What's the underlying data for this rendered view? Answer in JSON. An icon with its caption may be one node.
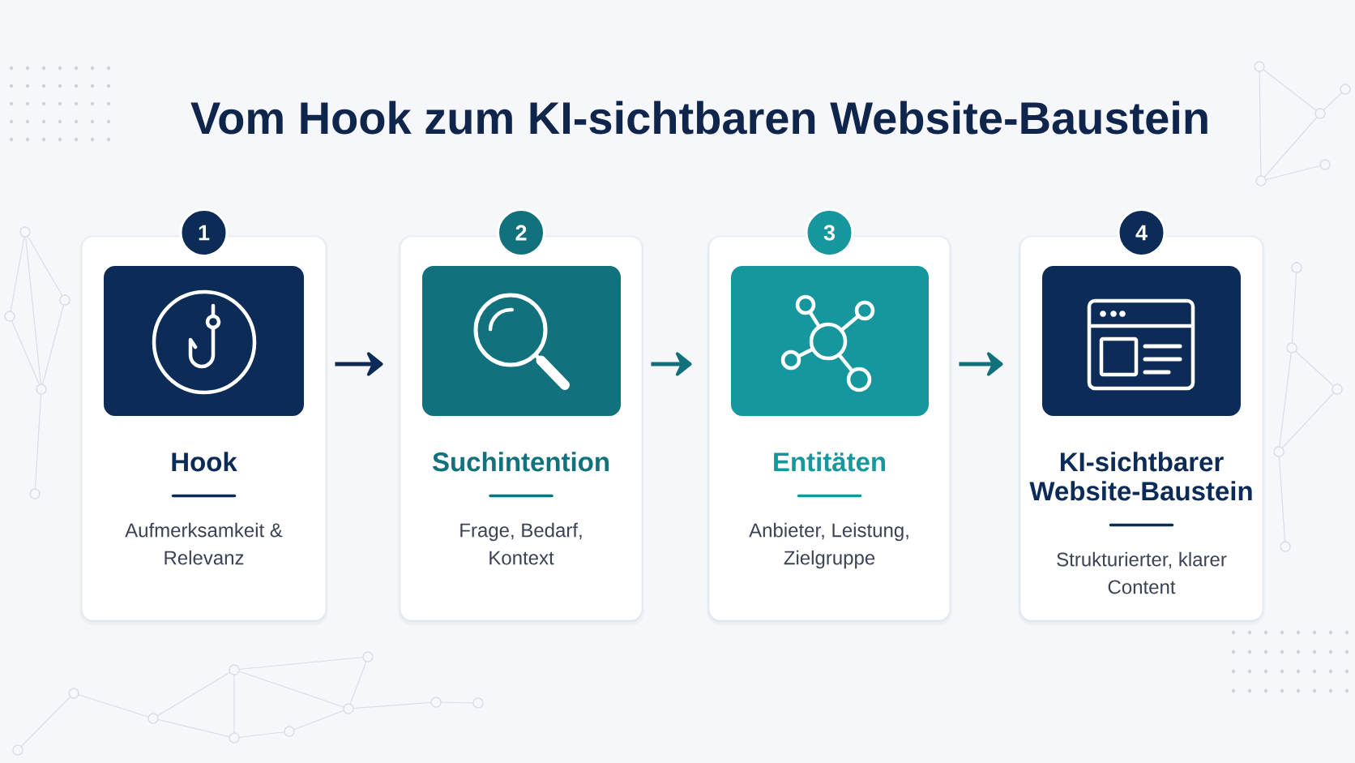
{
  "diagram": {
    "title": "Vom Hook zum KI-sichtbaren Website-Baustein",
    "nodes": [
      {
        "text": [
          "1"
        ]
      },
      {
        "text": [
          "Hook",
          "Aufmerksamkeit & Relevanz"
        ]
      },
      {
        "text": [
          "2"
        ]
      },
      {
        "text": [
          "Suchintention",
          "Frage, Bedarf, Kontext"
        ]
      },
      {
        "text": [
          "3"
        ]
      },
      {
        "text": [
          "Entitäten",
          "Anbieter, Leistung, Zielgruppe"
        ]
      },
      {
        "text": [
          "4"
        ]
      },
      {
        "text": [
          "KI-sichtbarer Website-Baustein",
          "Strukturierter, klarer Content"
        ]
      }
    ],
    "edges": [
      {
        "from": 1,
        "to": 3,
        "arrow": "to",
        "color": "#0c2b57"
      },
      {
        "from": 3,
        "to": 5,
        "arrow": "to"
      },
      {
        "from": 5,
        "to": 7,
        "arrow": "to"
      }
    ]
  }
}
